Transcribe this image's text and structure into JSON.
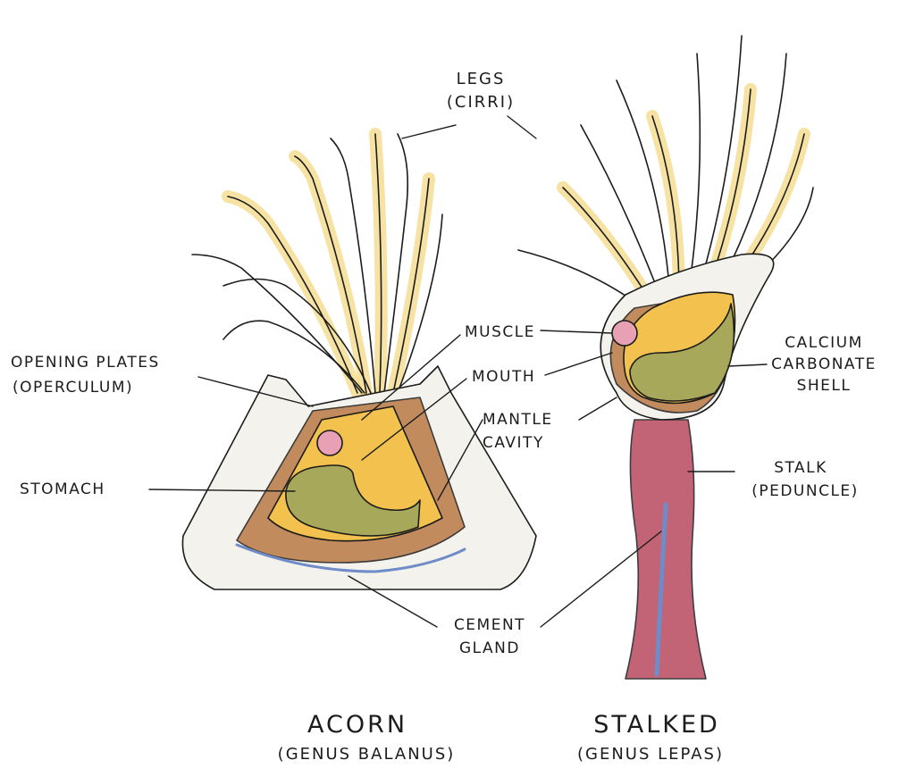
{
  "labels": {
    "legs": "LEGS",
    "cirri": "(CIRRI)",
    "opening_plates": "OPENING PLATES",
    "operculum": "(OPERCULUM)",
    "stomach": "STOMACH",
    "muscle": "MUSCLE",
    "mouth": "MOUTH",
    "mantle": "MANTLE",
    "cavity": "CAVITY",
    "calcium": "CALCIUM",
    "carbonate": "CARBONATE",
    "shell": "SHELL",
    "stalk": "STALK",
    "peduncle": "(PEDUNCLE)",
    "cement": "CEMENT",
    "gland": "GLAND"
  },
  "captions": {
    "acorn_title": "ACORN",
    "acorn_genus": "(GENUS BALANUS)",
    "stalked_title": "STALKED",
    "stalked_genus": "(GENUS LEPAS)"
  },
  "colors": {
    "ink": "#1c1c1c",
    "cirri_yellow": "#f2d57a",
    "body_orange": "#f3c24e",
    "stomach_green": "#a7a85a",
    "mantle_brown": "#b97a45",
    "stalk_red": "#b8495f",
    "cement_blue": "#6f8cc9",
    "muscle_pink": "#e7a0b4",
    "shell_white": "#f4f2ec"
  }
}
